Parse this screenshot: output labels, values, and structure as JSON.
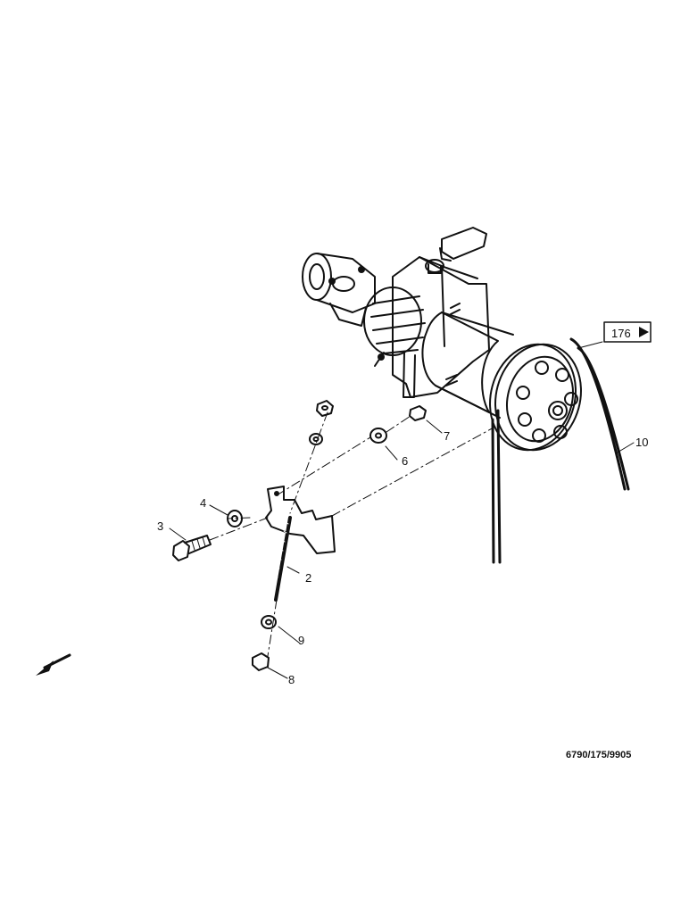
{
  "diagram": {
    "callouts": [
      "2",
      "3",
      "4",
      "6",
      "7",
      "8",
      "9",
      "10"
    ],
    "page_reference": "176",
    "document_code": "6790/175/9905"
  }
}
